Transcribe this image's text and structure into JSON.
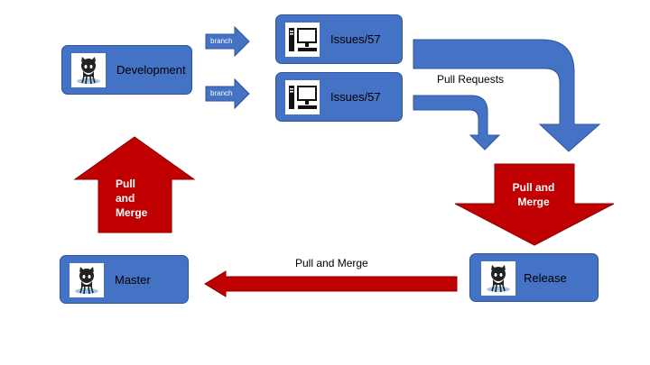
{
  "nodes": {
    "development": "Development",
    "issue_top": "Issues/57",
    "issue_bottom": "Issues/57",
    "master": "Master",
    "release": "Release"
  },
  "edges": {
    "branch_top": "branch",
    "branch_bottom": "branch",
    "pull_requests": "Pull Requests",
    "pull_merge_release": [
      "Pull and",
      "Merge"
    ],
    "pull_merge_bottom": "Pull and Merge",
    "pull_merge_up": [
      "Pull",
      "and",
      "Merge"
    ]
  },
  "icons": {
    "repo": "octocat-icon",
    "issue": "desktop-computer-icon"
  },
  "colors": {
    "node_fill": "#4472c4",
    "red_arrow": "#c00000",
    "blue_arrow": "#4472c4"
  }
}
